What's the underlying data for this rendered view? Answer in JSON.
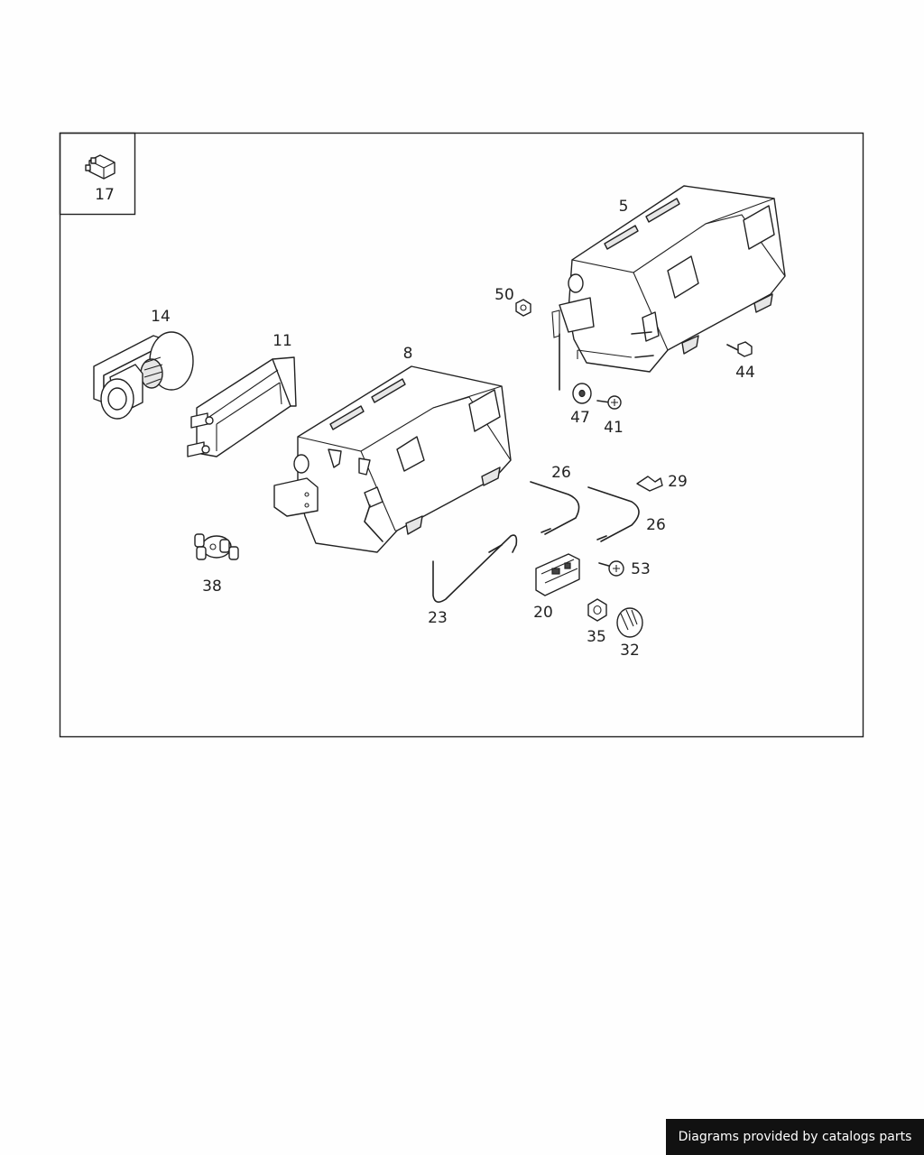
{
  "parts": [
    {
      "key": "p17",
      "label": "17"
    },
    {
      "key": "p14",
      "label": "14"
    },
    {
      "key": "p11",
      "label": "11"
    },
    {
      "key": "p8",
      "label": "8"
    },
    {
      "key": "p5",
      "label": "5"
    },
    {
      "key": "p50",
      "label": "50"
    },
    {
      "key": "p47",
      "label": "47"
    },
    {
      "key": "p41",
      "label": "41"
    },
    {
      "key": "p44",
      "label": "44"
    },
    {
      "key": "p38",
      "label": "38"
    },
    {
      "key": "p23",
      "label": "23"
    },
    {
      "key": "p26a",
      "label": "26"
    },
    {
      "key": "p26b",
      "label": "26"
    },
    {
      "key": "p29",
      "label": "29"
    },
    {
      "key": "p20",
      "label": "20"
    },
    {
      "key": "p53",
      "label": "53"
    },
    {
      "key": "p35",
      "label": "35"
    },
    {
      "key": "p32",
      "label": "32"
    }
  ],
  "credit": "Diagrams provided by catalogs parts"
}
